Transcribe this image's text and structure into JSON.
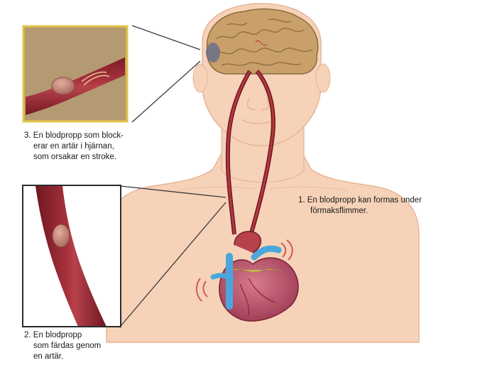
{
  "labels": {
    "step1": {
      "number": "1.",
      "line1": "En blodpropp kan formas under",
      "line2": "förmaksflimmer."
    },
    "step2": {
      "number": "2.",
      "line1": "En blodpropp",
      "line2": "som färdas genom",
      "line3": "en artär."
    },
    "step3": {
      "number": "3.",
      "line1": "En blodpropp som block-",
      "line2": "erar en artär i hjärnan,",
      "line3": "som orsakar en stroke."
    }
  },
  "colors": {
    "skin": "#f6d2b8",
    "skin_outline": "#e7b596",
    "artery": "#9c2a35",
    "artery_dark": "#6e1620",
    "clot": "#c98a7d",
    "brain": "#c9a06a",
    "inset3_background": "#b49a72",
    "inset3_border": "#e3c447",
    "inset2_border": "#2b2b2b",
    "heart": "#b9506a",
    "vein_blue": "#4aa7dd",
    "fat": "#c9b357"
  },
  "icons": [
    "brain-icon",
    "heart-icon",
    "artery-icon",
    "blood-clot-icon"
  ]
}
